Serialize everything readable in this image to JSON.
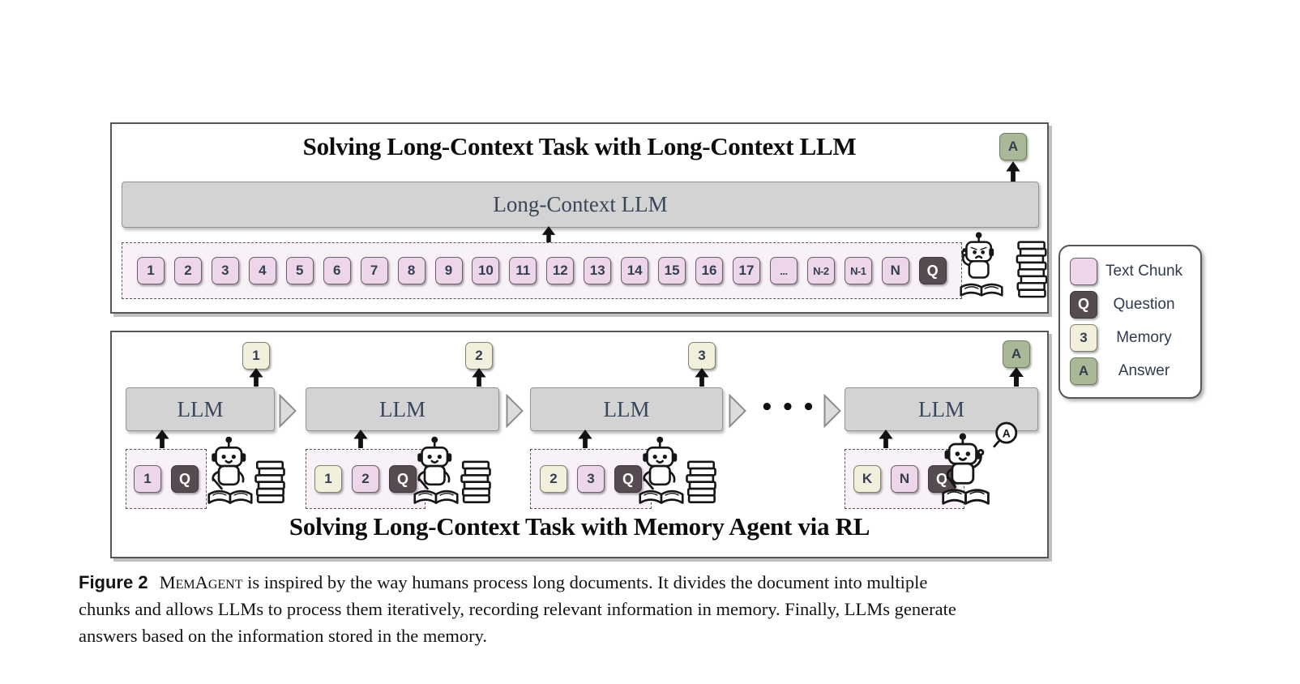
{
  "top_panel": {
    "title": "Solving Long-Context Task with Long-Context LLM",
    "llm_label": "Long-Context LLM",
    "answer_label": "A",
    "chunks": [
      {
        "label": "1",
        "type": "pink"
      },
      {
        "label": "2",
        "type": "pink"
      },
      {
        "label": "3",
        "type": "pink"
      },
      {
        "label": "4",
        "type": "pink"
      },
      {
        "label": "5",
        "type": "pink"
      },
      {
        "label": "6",
        "type": "pink"
      },
      {
        "label": "7",
        "type": "pink"
      },
      {
        "label": "8",
        "type": "pink"
      },
      {
        "label": "9",
        "type": "pink"
      },
      {
        "label": "10",
        "type": "pink"
      },
      {
        "label": "11",
        "type": "pink"
      },
      {
        "label": "12",
        "type": "pink"
      },
      {
        "label": "13",
        "type": "pink"
      },
      {
        "label": "14",
        "type": "pink"
      },
      {
        "label": "15",
        "type": "pink"
      },
      {
        "label": "16",
        "type": "pink"
      },
      {
        "label": "17",
        "type": "pink"
      },
      {
        "label": "...",
        "type": "pink"
      },
      {
        "label": "N-2",
        "type": "pink"
      },
      {
        "label": "N-1",
        "type": "pink"
      },
      {
        "label": "N",
        "type": "pink"
      },
      {
        "label": "Q",
        "type": "question"
      }
    ]
  },
  "legend": {
    "items": [
      {
        "swatch": "",
        "type": "pink",
        "label": "Text Chunk"
      },
      {
        "swatch": "Q",
        "type": "question",
        "label": "Question"
      },
      {
        "swatch": "3",
        "type": "memory",
        "label": "Memory"
      },
      {
        "swatch": "A",
        "type": "answer",
        "label": "Answer"
      }
    ]
  },
  "bottom_panel": {
    "title": "Solving Long-Context Task with Memory Agent via RL",
    "ellipsis": "•••",
    "answer_bubble": "A",
    "units": [
      {
        "llm_label": "LLM",
        "output": {
          "label": "1",
          "type": "memory"
        },
        "inputs": [
          {
            "label": "1",
            "type": "pink"
          },
          {
            "label": "Q",
            "type": "question"
          }
        ]
      },
      {
        "llm_label": "LLM",
        "output": {
          "label": "2",
          "type": "memory"
        },
        "inputs": [
          {
            "label": "1",
            "type": "memory"
          },
          {
            "label": "2",
            "type": "pink"
          },
          {
            "label": "Q",
            "type": "question"
          }
        ]
      },
      {
        "llm_label": "LLM",
        "output": {
          "label": "3",
          "type": "memory"
        },
        "inputs": [
          {
            "label": "2",
            "type": "memory"
          },
          {
            "label": "3",
            "type": "pink"
          },
          {
            "label": "Q",
            "type": "question"
          }
        ]
      },
      {
        "llm_label": "LLM",
        "output": {
          "label": "A",
          "type": "answer"
        },
        "inputs": [
          {
            "label": "K",
            "type": "memory"
          },
          {
            "label": "N",
            "type": "pink"
          },
          {
            "label": "Q",
            "type": "question"
          }
        ]
      }
    ]
  },
  "caption": {
    "label": "Figure 2",
    "memagent": "MemAgent",
    "line1_rest": " is inspired by the way humans process long documents. It divides the document into multiple",
    "line2": "chunks and allows LLMs to process them iteratively, recording relevant information in memory. Finally, LLMs generate",
    "line3": "answers based on the information stored in the memory."
  },
  "colors": {
    "text_chunk": "#EED6EA",
    "question": "#564B51",
    "memory": "#F2F0DC",
    "answer": "#A9B897",
    "llm_bar": "#D3D3D3",
    "label_text": "#333F51"
  }
}
